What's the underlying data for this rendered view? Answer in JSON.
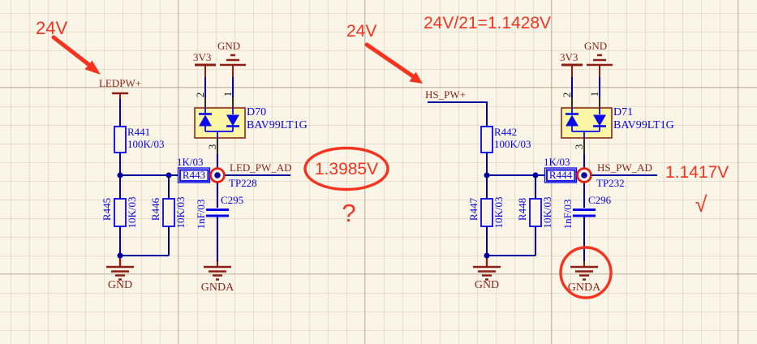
{
  "colors": {
    "wire_blue": "#0000a0",
    "component_blue": "#0404e0",
    "net_maroon": "#8b1f15",
    "annotation_red": "#f5331e",
    "part_fill": "#fbf6a6",
    "part_border": "#8b2b1a",
    "testpoint_red": "#e8190c",
    "background": "#fbf5e8"
  },
  "annotations": {
    "supply_label_left": "24V",
    "supply_label_right": "24V",
    "calc_note": "24V/21=1.1428V",
    "measured_left": "1.3985V",
    "question_mark": "?",
    "measured_right": "1.1417V",
    "check_mark": "√"
  },
  "left": {
    "input_net": "LEDPW+",
    "r_top": {
      "ref": "R441",
      "value": "100K/03"
    },
    "rail_3v3": "3V3",
    "rail_gnd": "GND",
    "diode": {
      "ref": "D70",
      "part": "BAV99LT1G",
      "pin1": "1",
      "pin2": "2",
      "pin3": "3"
    },
    "r_series": {
      "ref": "R443",
      "value": "1K/03"
    },
    "output_net": "LED_PW_AD",
    "testpoint": "TP228",
    "cap": {
      "ref": "C295",
      "value": "1nF/03"
    },
    "r_div1": {
      "ref": "R445",
      "value": "10K/03"
    },
    "r_div2": {
      "ref": "R446",
      "value": "10K/03"
    },
    "gnd": "GND",
    "gnda": "GNDA"
  },
  "right": {
    "input_net": "HS_PW+",
    "r_top": {
      "ref": "R442",
      "value": "100K/03"
    },
    "rail_3v3": "3V3",
    "rail_gnd": "GND",
    "diode": {
      "ref": "D71",
      "part": "BAV99LT1G",
      "pin1": "1",
      "pin2": "2",
      "pin3": "3"
    },
    "r_series": {
      "ref": "R444",
      "value": "1K/03"
    },
    "output_net": "HS_PW_AD",
    "testpoint": "TP232",
    "cap": {
      "ref": "C296",
      "value": "1nF/03"
    },
    "r_div1": {
      "ref": "R447",
      "value": "10K/03"
    },
    "r_div2": {
      "ref": "R448",
      "value": "10K/03"
    },
    "gnd": "GND",
    "gnda": "GNDA"
  }
}
